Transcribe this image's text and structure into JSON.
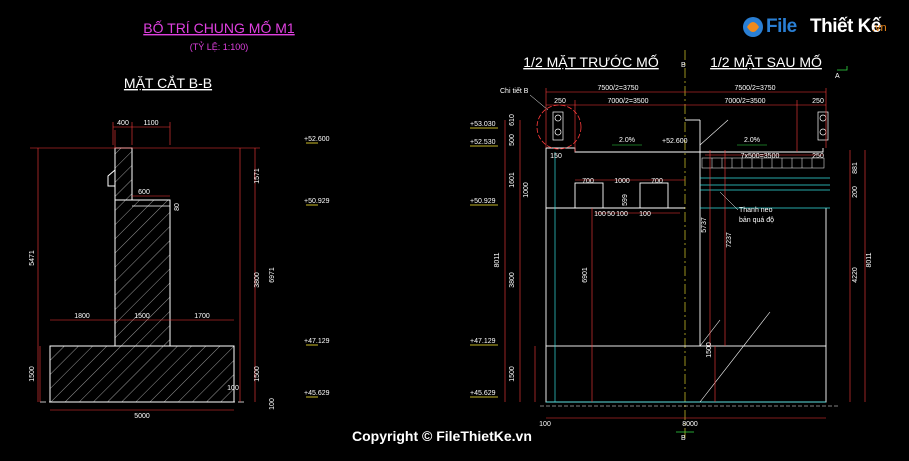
{
  "title": {
    "main": "BỐ TRÍ CHUNG MỐ M1",
    "scale": "(TỶ LỆ: 1:100)"
  },
  "left_view": {
    "heading": "MẶT CẮT B-B",
    "dims": {
      "top_400": "400",
      "top_1100": "1100",
      "d600": "600",
      "d1800": "1800",
      "d1500": "1500",
      "d1700": "1700",
      "d5000": "5000",
      "d100b": "100",
      "v5471": "5471",
      "v1571": "1571",
      "v3800": "3800",
      "v6971": "6971",
      "v1500a": "1500",
      "v1500b": "1500",
      "v100": "100",
      "v80": "80"
    },
    "elevations": [
      "+52.600",
      "+50.929",
      "+47.129",
      "+45.629"
    ]
  },
  "right_view": {
    "heading_front": "1/2 MẶT TRƯỚC MỐ",
    "heading_back": "1/2 MẶT SAU MỐ",
    "section_b": "B",
    "section_a": "A",
    "detail_label": "Chi tiết B",
    "note": {
      "line1": "Thanh neo",
      "line2": "bản quá độ"
    },
    "elevations": [
      "+53.030",
      "+52.530",
      "+50.929",
      "+47.129",
      "+45.629"
    ],
    "top_elev": "+52.600",
    "slope": "2.0%",
    "dims": {
      "d7500a": "7500/2=3750",
      "d7500b": "7500/2=3750",
      "d7000a": "7000/2=3500",
      "d7000b": "7000/2=3500",
      "d250a": "250",
      "d250b": "250",
      "d250c": "250",
      "d7x500": "7x500=3500",
      "d700a": "700",
      "d1000": "1000",
      "d700b": "700",
      "d100a": "100",
      "d50": "50",
      "d100c": "100",
      "d8000": "8000",
      "d100d": "100",
      "v610": "610",
      "v500": "500",
      "v150": "150",
      "v1601": "1601",
      "v1000": "1000",
      "v3800": "3800",
      "v8011a": "8011",
      "v6901": "6901",
      "v1500a": "1500",
      "v5737": "5737",
      "v7237": "7237",
      "v1500b": "1500",
      "v881": "881",
      "v200": "200",
      "v4220": "4220",
      "v8011b": "8011",
      "v100": "100",
      "v599": "599"
    }
  },
  "watermark": {
    "logo_file": "File",
    "logo_thiet": "Thiết Kế",
    "logo_vn": ".vn",
    "copyright": "Copyright © FileThietKe.vn"
  },
  "colors": {
    "background": "#000000",
    "title": "#e040e0",
    "structure": "#ffffff",
    "dimension": "#ff3b3b",
    "text": "#ffffff",
    "cyan": "#33e0e0",
    "yellow": "#ffee33",
    "green": "#33dd44"
  }
}
